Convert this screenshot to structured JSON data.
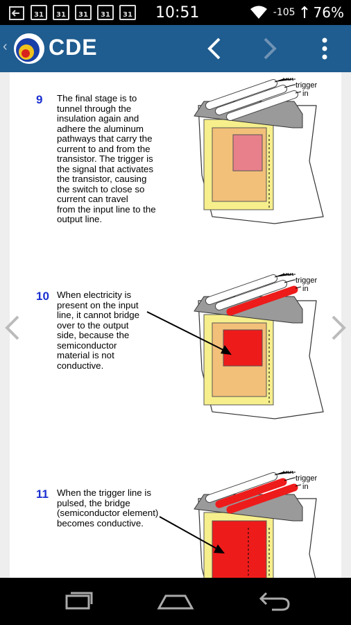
{
  "status_bar": {
    "notification_icons": [
      "back-icon",
      "calendar-icon",
      "calendar-icon",
      "calendar-icon",
      "calendar-icon",
      "calendar-icon"
    ],
    "calendar_day": "31",
    "time": "10:51",
    "signal": "-105",
    "battery": "76%"
  },
  "app_bar": {
    "title": "CDE",
    "colors": {
      "bar": "#1f5c8f"
    }
  },
  "steps": [
    {
      "number": "9",
      "text": "The final stage is to\ntunnel through the\ninsulation again and\nadhere the aluminum\npathways that carry the\ncurrent to and from the\ntransistor.  The trigger is\nthe signal that activates\nthe transistor, causing\nthe switch to close so\ncurrent can travel\nfrom the input line to the\noutput line.",
      "labels": [
        "out",
        "trigger",
        "in"
      ]
    },
    {
      "number": "10",
      "text": "When electricity is\npresent on the input\nline, it cannot bridge\nover to the output\nside, because the\nsemiconductor\nmaterial is not\nconductive.",
      "labels": [
        "out",
        "trigger",
        "in"
      ]
    },
    {
      "number": "11",
      "text": "When the trigger line is\npulsed, the bridge\n(semiconductor element)\nbecomes conductive.",
      "labels": [
        "out",
        "trigger",
        "in"
      ]
    }
  ]
}
